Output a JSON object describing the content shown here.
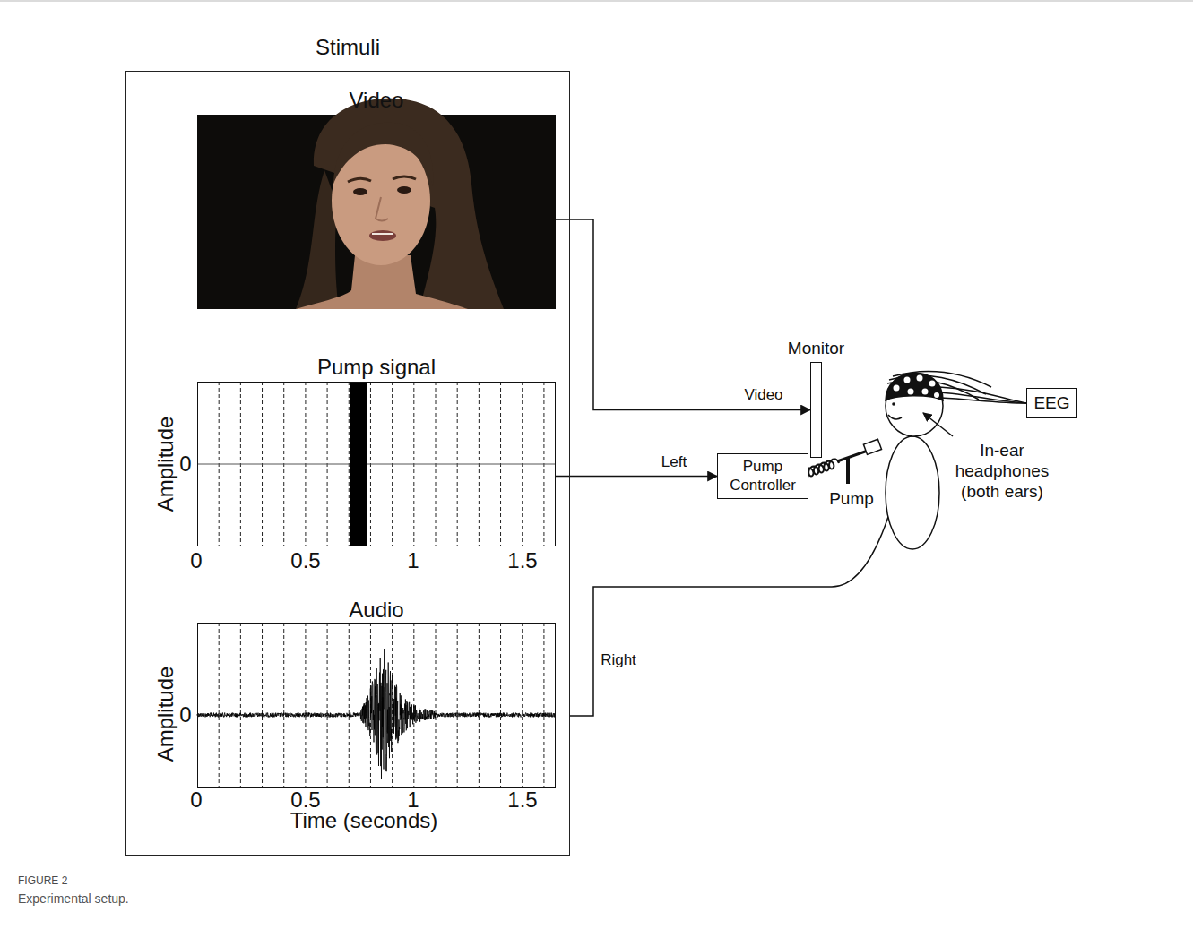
{
  "diagram": {
    "caption": "Experimental setup.",
    "nodes": [
      {
        "text": [
          "Stimuli"
        ]
      },
      {
        "text": [
          "Video"
        ],
        "in": 0
      },
      {
        "text": [
          "Pump signal"
        ],
        "in": 0
      },
      {
        "text": [
          "Audio"
        ],
        "in": 0
      },
      {
        "text": [
          "Monitor"
        ]
      },
      {
        "text": [
          "Pump Controller"
        ]
      },
      {
        "text": [
          "EEG"
        ]
      }
    ],
    "edges": [
      {
        "from": 1,
        "to": 4,
        "arrow": "to",
        "label": "Video"
      },
      {
        "from": 2,
        "to": 5,
        "arrow": "to",
        "label": "Left"
      }
    ],
    "labels": [
      "Amplitude",
      "0",
      "0",
      "0.5",
      "1",
      "1.5",
      "Amplitude",
      "0",
      "0",
      "0.5",
      "1",
      "1.5",
      "Time (seconds)",
      "Pump",
      "In-ear headphones (both ears)",
      "Right",
      "FIGURE 2"
    ]
  }
}
